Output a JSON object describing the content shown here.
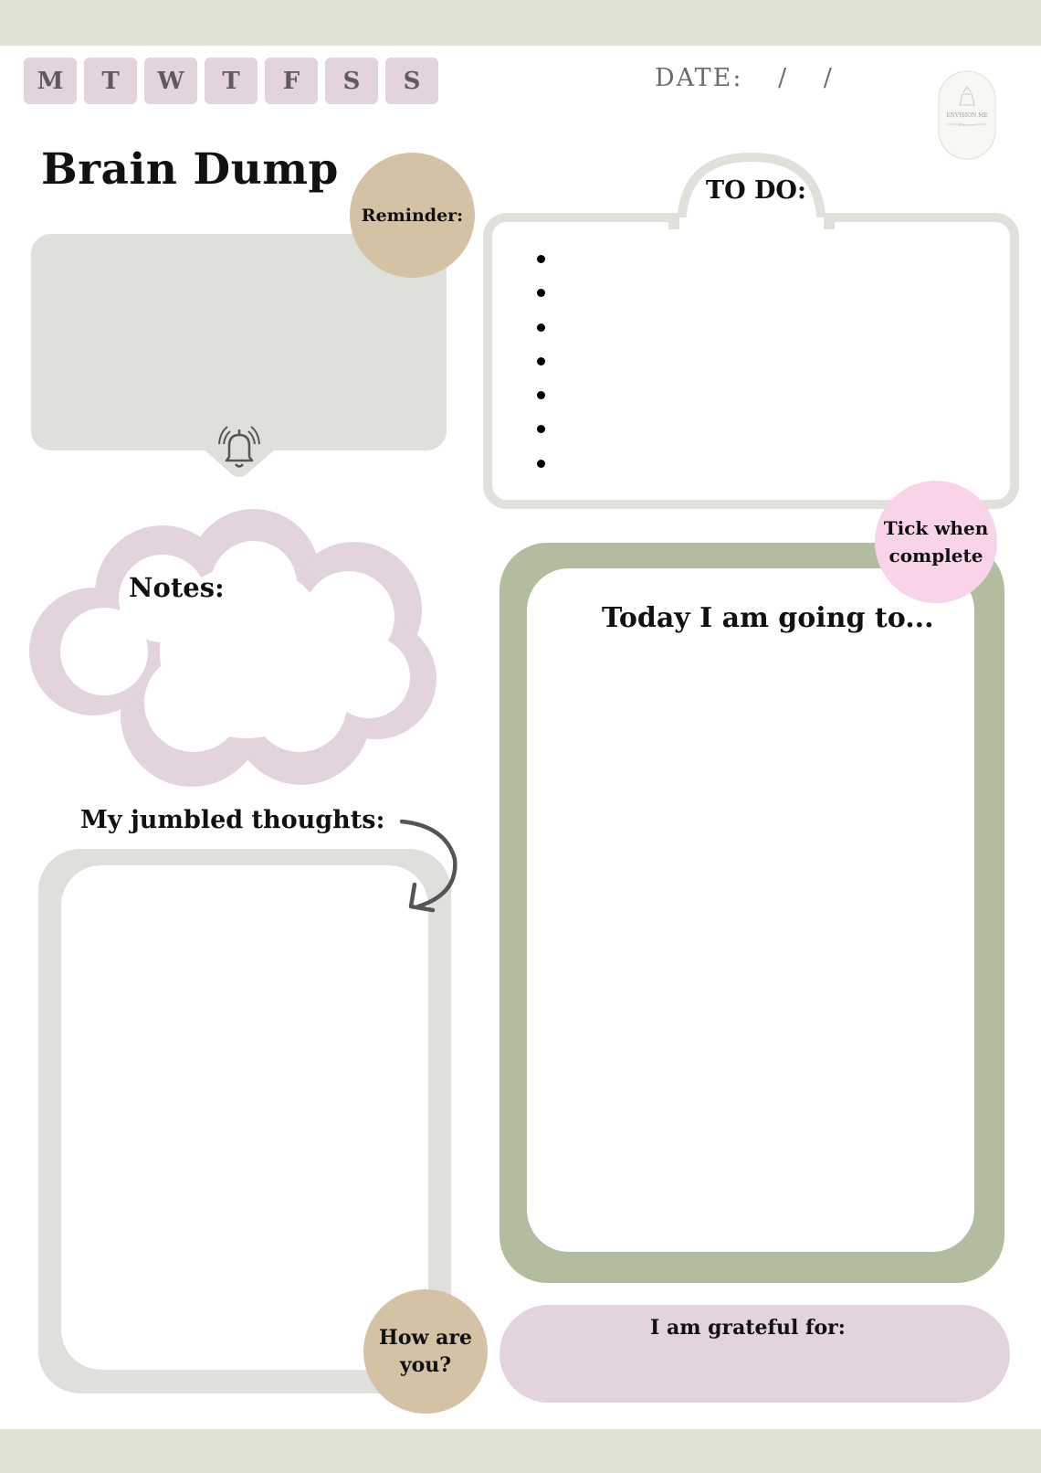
{
  "days": [
    "M",
    "T",
    "W",
    "T",
    "F",
    "S",
    "S"
  ],
  "date": {
    "label": "DATE:",
    "sep1": "/",
    "sep2": "/"
  },
  "title": "Brain Dump",
  "reminder": {
    "label": "Reminder:"
  },
  "todo": {
    "label": "TO DO:",
    "bullet_count": 7
  },
  "tick": {
    "line1": "Tick when",
    "line2": "complete"
  },
  "notes": {
    "label": "Notes:"
  },
  "today": {
    "label": "Today I am going to..."
  },
  "jumbled": {
    "label": "My jumbled thoughts:"
  },
  "how": {
    "line1": "How are",
    "line2": "you?"
  },
  "grateful": {
    "label": "I am grateful for:"
  },
  "logo": {
    "line1": "ENVISION ME",
    "line2": "Planners"
  },
  "colors": {
    "band": "#dfe3d4",
    "day_chip": "#e2d3dd",
    "sage_light": "#dee0db",
    "sage_dark": "#b2bd9f",
    "tan": "#d3c2a4",
    "pink": "#f9d4e9",
    "lilac": "#e2d3dd"
  }
}
